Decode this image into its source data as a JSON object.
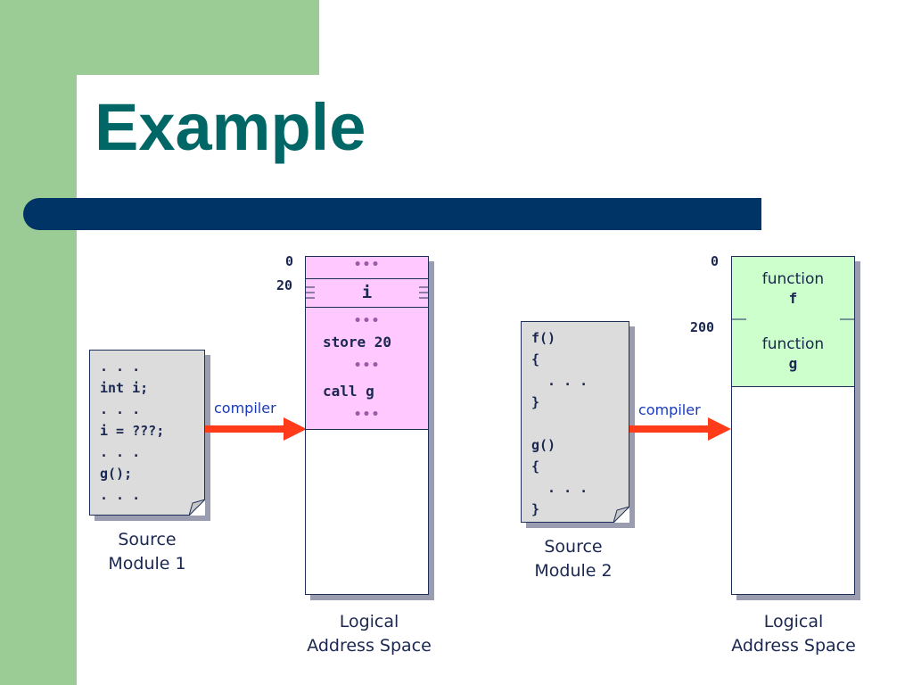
{
  "slide": {
    "title": "Example",
    "colors": {
      "green": "#9ccc96",
      "navy": "#003366",
      "title": "#006666",
      "arrow": "#ff3b1a",
      "pink": "#ffc8ff",
      "mint": "#ccffcc"
    }
  },
  "module1": {
    "code": [
      ". . .",
      "int i;",
      ". . .",
      "i = ???;",
      ". . .",
      "g();",
      ". . ."
    ],
    "label_line1": "Source",
    "label_line2": "Module 1"
  },
  "module2": {
    "code": [
      "f()",
      "{",
      "  . . .",
      "}",
      "",
      "g()",
      "{",
      "  . . .",
      "}"
    ],
    "label_line1": "Source",
    "label_line2": "Module 2"
  },
  "compiler_label_1": "compiler",
  "compiler_label_2": "compiler",
  "space1": {
    "addr_top": "0",
    "addr_i": "20",
    "dots": "•••",
    "var": "i",
    "store": "store 20",
    "call": "call g",
    "label_line1": "Logical",
    "label_line2": "Address Space"
  },
  "space2": {
    "addr_top": "0",
    "addr_g": "200",
    "f_line1": "function",
    "f_line2": "f",
    "g_line1": "function",
    "g_line2": "g",
    "label_line1": "Logical",
    "label_line2": "Address Space"
  }
}
